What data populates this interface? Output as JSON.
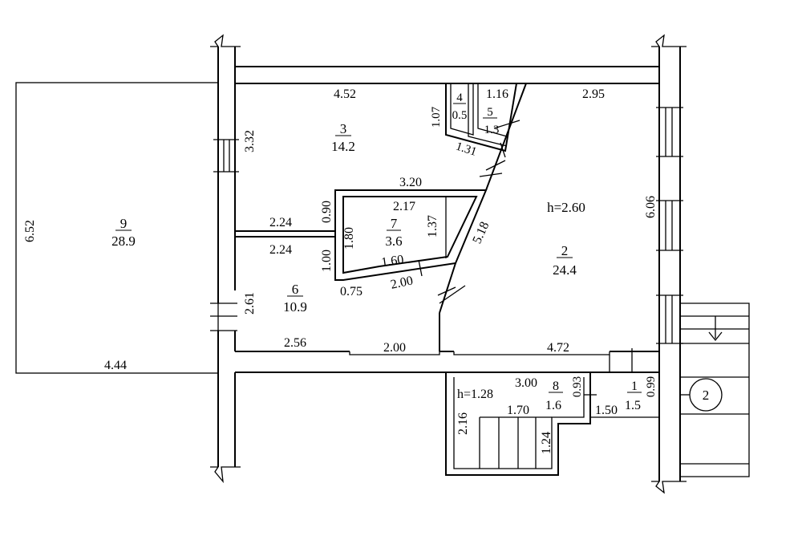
{
  "rooms": {
    "r1": {
      "num": "1",
      "area": "1.5"
    },
    "r2": {
      "num": "2",
      "area": "24.4"
    },
    "r3": {
      "num": "3",
      "area": "14.2"
    },
    "r4": {
      "num": "4",
      "area": "0.5"
    },
    "r5": {
      "num": "5",
      "area": "1.3"
    },
    "r6": {
      "num": "6",
      "area": "10.9"
    },
    "r7": {
      "num": "7",
      "area": "3.6"
    },
    "r8": {
      "num": "8",
      "area": "1.6"
    },
    "r9": {
      "num": "9",
      "area": "28.9"
    }
  },
  "heights": {
    "main": "h=2.60",
    "stair": "h=1.28"
  },
  "marker": "2",
  "dims": {
    "d452": "4.52",
    "d116": "1.16",
    "d295": "2.95",
    "d107": "1.07",
    "d131": "1.31",
    "d332": "3.32",
    "d606": "6.06",
    "d320": "3.20",
    "d090": "0.90",
    "d217": "2.17",
    "d224a": "2.24",
    "d224b": "2.24",
    "d180": "1.80",
    "d137": "1.37",
    "d518": "5.18",
    "d100": "1.00",
    "d160": "1.60",
    "d075": "0.75",
    "d200a": "2.00",
    "d261": "2.61",
    "d256": "2.56",
    "d200b": "2.00",
    "d472": "4.72",
    "d652": "6.52",
    "d444": "4.44",
    "d300": "3.00",
    "d093": "0.93",
    "d099": "0.99",
    "d170": "1.70",
    "d150": "1.50",
    "d216": "2.16",
    "d124": "1.24"
  }
}
